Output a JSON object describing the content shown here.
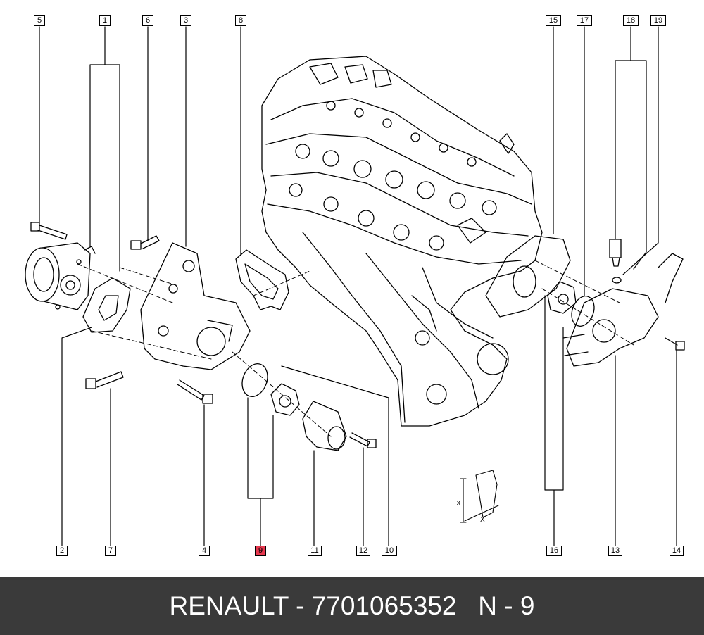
{
  "callouts": {
    "c5": "5",
    "c1": "1",
    "c6": "6",
    "c3": "3",
    "c8": "8",
    "c15": "15",
    "c17": "17",
    "c18": "18",
    "c19": "19",
    "c2": "2",
    "c7": "7",
    "c4": "4",
    "c9": "9",
    "c11": "11",
    "c12": "12",
    "c10": "10",
    "c16": "16",
    "c13": "13",
    "c14": "14"
  },
  "highlight_callout": "9",
  "highlight_color": "#e8384f",
  "footer": {
    "text": "RENAULT - 7701065352   N - 9",
    "background": "#3a3a3a"
  },
  "torque_detail": {
    "label_x_vertical": "X",
    "label_x_horizontal": "X"
  }
}
